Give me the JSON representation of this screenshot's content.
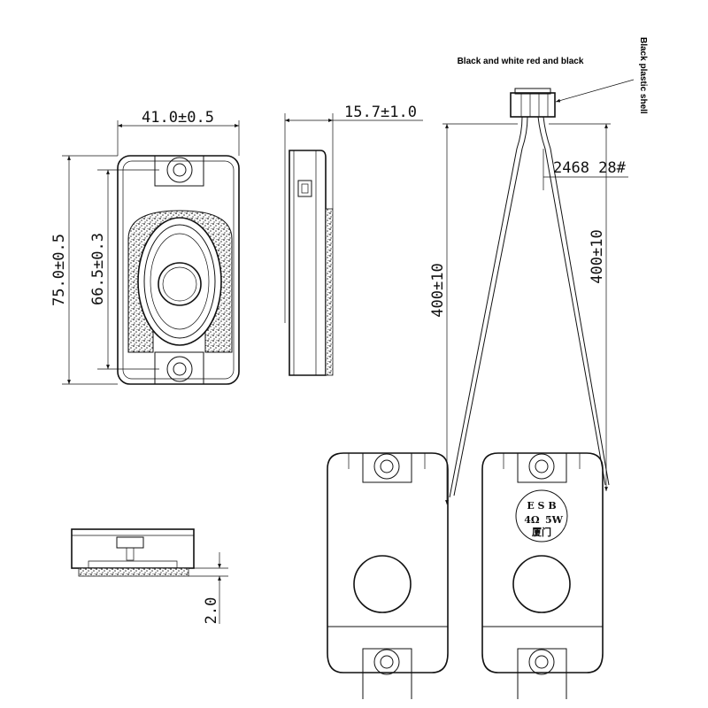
{
  "dimensions": {
    "front_width": "41.0±0.5",
    "front_height_outer": "75.0±0.5",
    "front_height_inner": "66.5±0.3",
    "side_depth": "15.7±1.0",
    "base_thickness": "2.0",
    "cable_left_length": "400±10",
    "cable_right_length": "400±10",
    "wire_spec": "2468 28#"
  },
  "annotations": {
    "wire_colors": "Black and white red and black",
    "connector": "Black plastic shell"
  },
  "rear_label": {
    "brand": "E S B",
    "impedance": "4Ω",
    "power": "5W",
    "extra": "厦门"
  }
}
